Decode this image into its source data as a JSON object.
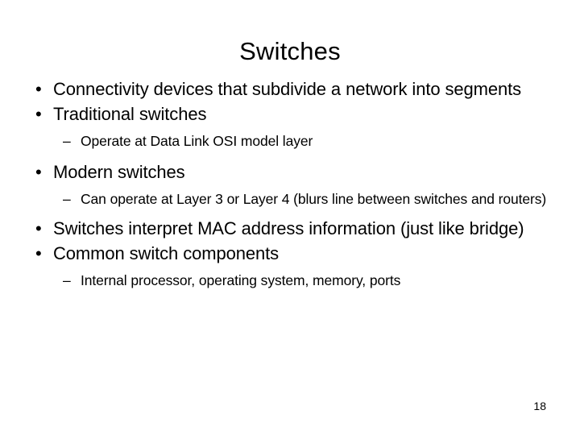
{
  "slide": {
    "title": "Switches",
    "page_number": "18",
    "bullet_marker": "•",
    "sub_marker": "–",
    "text_color": "#000000",
    "background_color": "#ffffff",
    "content": [
      {
        "level": 1,
        "text": "Connectivity devices that subdivide a network into segments"
      },
      {
        "level": 1,
        "text": "Traditional switches"
      },
      {
        "level": 2,
        "text": "Operate at Data Link OSI model layer"
      },
      {
        "level": 1,
        "text": "Modern switches"
      },
      {
        "level": 2,
        "text": "Can operate at Layer 3 or Layer 4 (blurs line between switches and routers)"
      },
      {
        "level": 1,
        "text": "Switches interpret MAC address information (just like bridge)"
      },
      {
        "level": 1,
        "text": "Common switch components"
      },
      {
        "level": 2,
        "text": "Internal processor, operating system, memory, ports"
      }
    ]
  }
}
